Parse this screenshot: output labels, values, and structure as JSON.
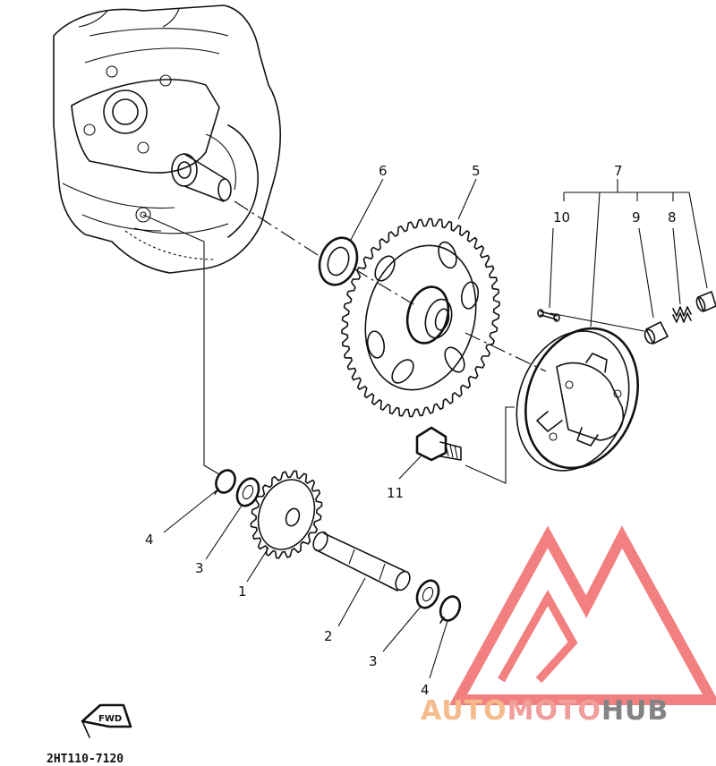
{
  "diagram": {
    "drawing_code": "2HT110-7120",
    "fwd_label": "FWD",
    "watermark": {
      "word_part1": "AUTO",
      "word_part2": "MOTO",
      "word_part3": "HUB",
      "color_light": "#F4B07A",
      "color_mid": "#EE8E8A",
      "color_dark": "#6E6E6E",
      "logo_color": "#F06A6A"
    },
    "part_labels": {
      "p1": "1",
      "p2": "2",
      "p3a": "3",
      "p3b": "3",
      "p4a": "4",
      "p4b": "4",
      "p5": "5",
      "p6": "6",
      "p7": "7",
      "p8": "8",
      "p9": "9",
      "p10": "10",
      "p11": "11"
    }
  }
}
